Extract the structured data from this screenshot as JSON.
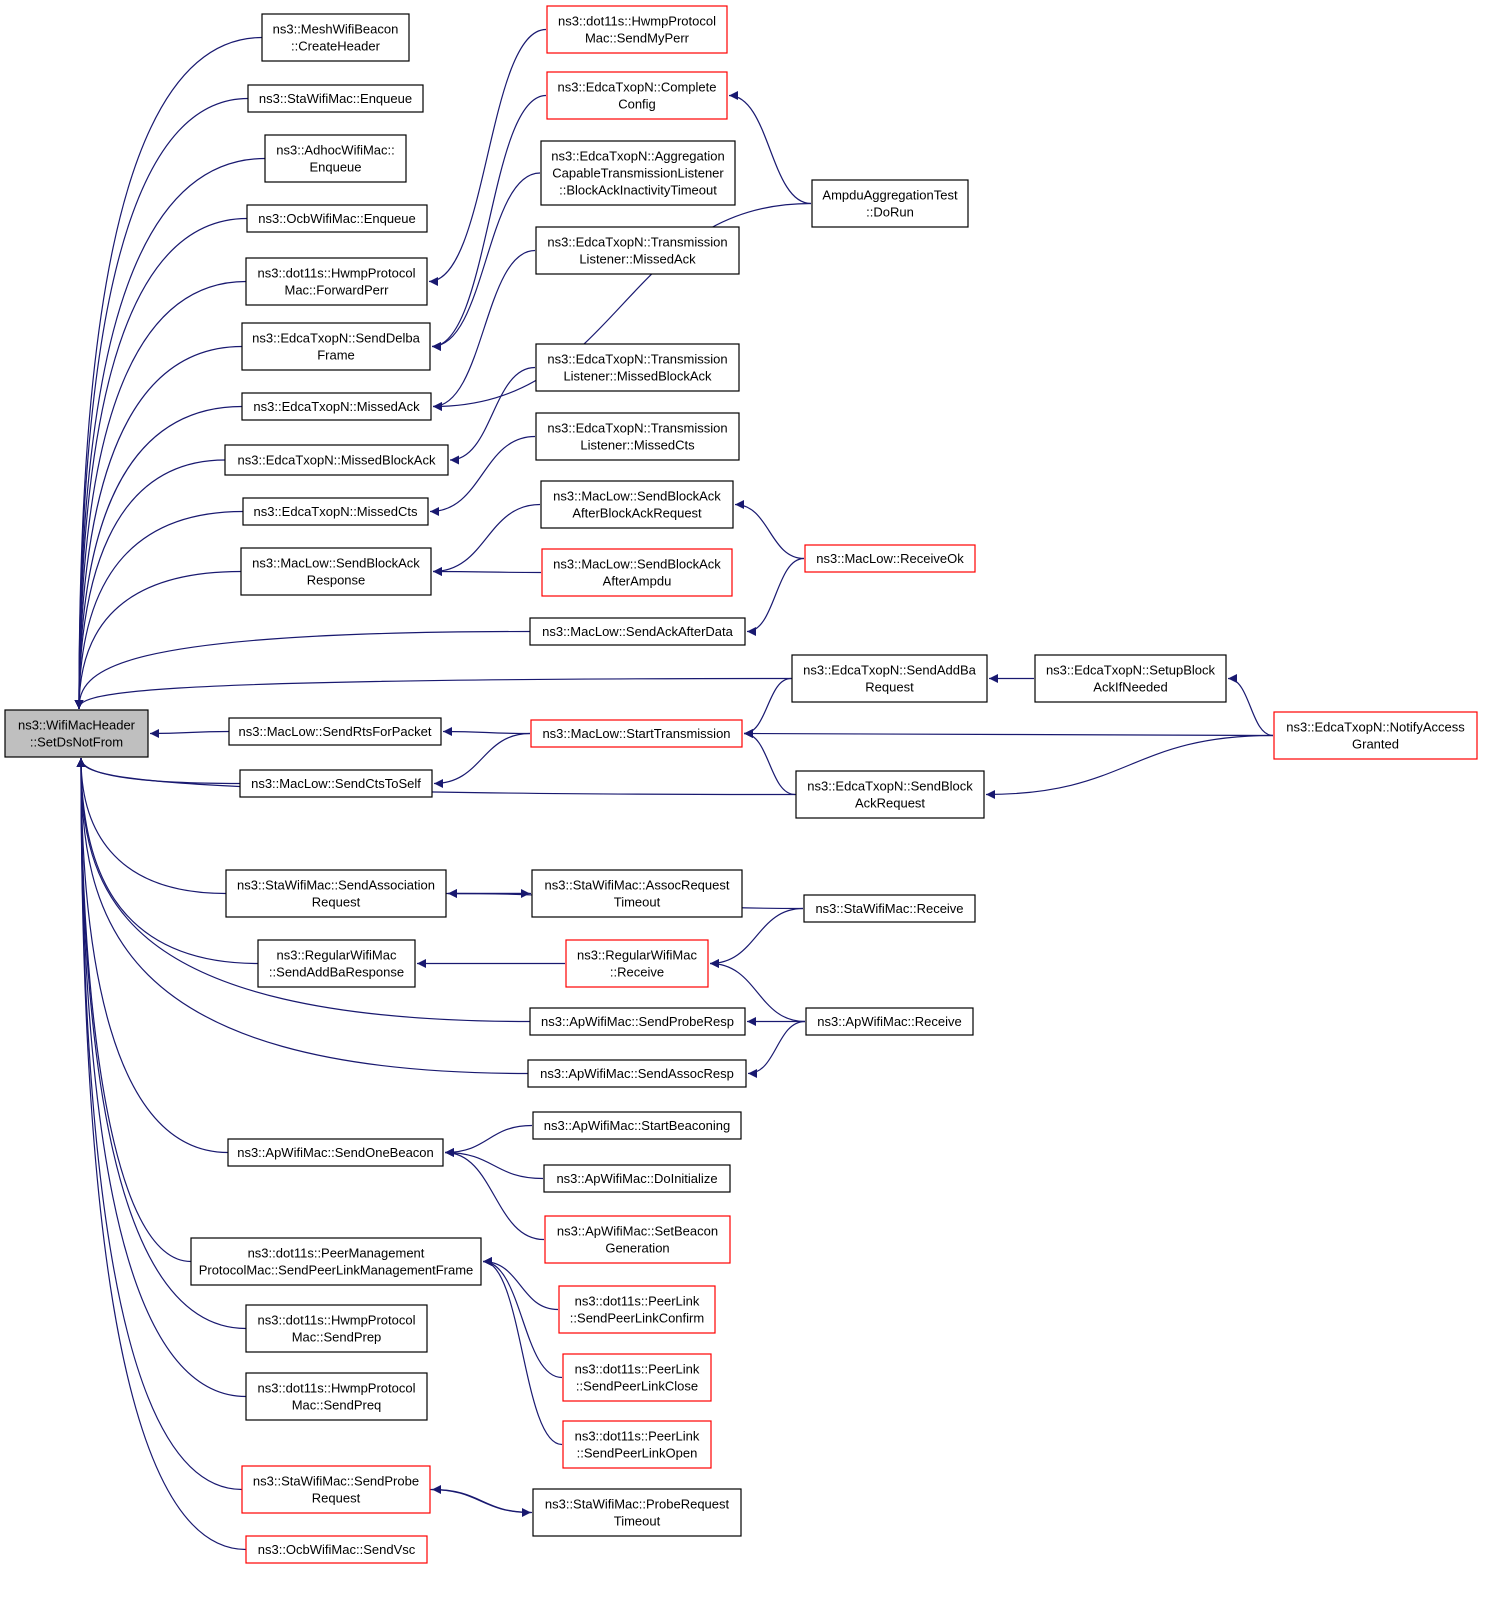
{
  "colors": {
    "edge": "#191970",
    "box_border": "#000000",
    "box_border_incomplete": "#ff0000",
    "root_fill": "#bfbfbf",
    "box_fill": "#ffffff"
  },
  "nodes": [
    {
      "id": "root",
      "lines": [
        "ns3::WifiMacHeader",
        "::SetDsNotFrom"
      ],
      "style": "root"
    },
    {
      "id": "n1",
      "lines": [
        "ns3::MeshWifiBeacon",
        "::CreateHeader"
      ],
      "style": "black"
    },
    {
      "id": "n2",
      "lines": [
        "ns3::StaWifiMac::Enqueue"
      ],
      "style": "black"
    },
    {
      "id": "n3",
      "lines": [
        "ns3::AdhocWifiMac::",
        "Enqueue"
      ],
      "style": "black"
    },
    {
      "id": "n4",
      "lines": [
        "ns3::OcbWifiMac::Enqueue"
      ],
      "style": "black"
    },
    {
      "id": "n5",
      "lines": [
        "ns3::dot11s::HwmpProtocol",
        "Mac::ForwardPerr"
      ],
      "style": "black"
    },
    {
      "id": "n6",
      "lines": [
        "ns3::EdcaTxopN::SendDelba",
        "Frame"
      ],
      "style": "black"
    },
    {
      "id": "n7",
      "lines": [
        "ns3::EdcaTxopN::MissedAck"
      ],
      "style": "black"
    },
    {
      "id": "n8",
      "lines": [
        "ns3::EdcaTxopN::MissedBlockAck"
      ],
      "style": "black"
    },
    {
      "id": "n9",
      "lines": [
        "ns3::EdcaTxopN::MissedCts"
      ],
      "style": "black"
    },
    {
      "id": "n10",
      "lines": [
        "ns3::MacLow::SendBlockAck",
        "Response"
      ],
      "style": "black"
    },
    {
      "id": "n11",
      "lines": [
        "ns3::MacLow::SendRtsForPacket"
      ],
      "style": "black"
    },
    {
      "id": "n12",
      "lines": [
        "ns3::MacLow::SendCtsToSelf"
      ],
      "style": "black"
    },
    {
      "id": "n13",
      "lines": [
        "ns3::StaWifiMac::SendAssociation",
        "Request"
      ],
      "style": "black"
    },
    {
      "id": "n14",
      "lines": [
        "ns3::RegularWifiMac",
        "::SendAddBaResponse"
      ],
      "style": "black"
    },
    {
      "id": "n15",
      "lines": [
        "ns3::ApWifiMac::SendOneBeacon"
      ],
      "style": "black"
    },
    {
      "id": "n16",
      "lines": [
        "ns3::dot11s::PeerManagement",
        "ProtocolMac::SendPeerLinkManagementFrame"
      ],
      "style": "black"
    },
    {
      "id": "n17",
      "lines": [
        "ns3::dot11s::HwmpProtocol",
        "Mac::SendPrep"
      ],
      "style": "black"
    },
    {
      "id": "n18",
      "lines": [
        "ns3::dot11s::HwmpProtocol",
        "Mac::SendPreq"
      ],
      "style": "black"
    },
    {
      "id": "n19",
      "lines": [
        "ns3::StaWifiMac::SendProbe",
        "Request"
      ],
      "style": "red"
    },
    {
      "id": "n20",
      "lines": [
        "ns3::OcbWifiMac::SendVsc"
      ],
      "style": "red"
    },
    {
      "id": "m1",
      "lines": [
        "ns3::dot11s::HwmpProtocol",
        "Mac::SendMyPerr"
      ],
      "style": "red"
    },
    {
      "id": "m2",
      "lines": [
        "ns3::EdcaTxopN::Complete",
        "Config"
      ],
      "style": "red"
    },
    {
      "id": "m3",
      "lines": [
        "ns3::EdcaTxopN::Aggregation",
        "CapableTransmissionListener",
        "::BlockAckInactivityTimeout"
      ],
      "style": "black"
    },
    {
      "id": "m4",
      "lines": [
        "ns3::EdcaTxopN::Transmission",
        "Listener::MissedAck"
      ],
      "style": "black"
    },
    {
      "id": "m5",
      "lines": [
        "ns3::EdcaTxopN::Transmission",
        "Listener::MissedBlockAck"
      ],
      "style": "black"
    },
    {
      "id": "m6",
      "lines": [
        "ns3::EdcaTxopN::Transmission",
        "Listener::MissedCts"
      ],
      "style": "black"
    },
    {
      "id": "m7",
      "lines": [
        "ns3::MacLow::SendBlockAck",
        "AfterBlockAckRequest"
      ],
      "style": "black"
    },
    {
      "id": "m8",
      "lines": [
        "ns3::MacLow::SendBlockAck",
        "AfterAmpdu"
      ],
      "style": "red"
    },
    {
      "id": "m9",
      "lines": [
        "ns3::MacLow::SendAckAfterData"
      ],
      "style": "black"
    },
    {
      "id": "m10",
      "lines": [
        "ns3::MacLow::StartTransmission"
      ],
      "style": "red"
    },
    {
      "id": "m11",
      "lines": [
        "ns3::StaWifiMac::AssocRequest",
        "Timeout"
      ],
      "style": "black"
    },
    {
      "id": "m12",
      "lines": [
        "ns3::RegularWifiMac",
        "::Receive"
      ],
      "style": "red"
    },
    {
      "id": "m13",
      "lines": [
        "ns3::ApWifiMac::SendProbeResp"
      ],
      "style": "black"
    },
    {
      "id": "m14",
      "lines": [
        "ns3::ApWifiMac::SendAssocResp"
      ],
      "style": "black"
    },
    {
      "id": "m15",
      "lines": [
        "ns3::ApWifiMac::StartBeaconing"
      ],
      "style": "black"
    },
    {
      "id": "m16",
      "lines": [
        "ns3::ApWifiMac::DoInitialize"
      ],
      "style": "black"
    },
    {
      "id": "m17",
      "lines": [
        "ns3::ApWifiMac::SetBeacon",
        "Generation"
      ],
      "style": "red"
    },
    {
      "id": "m18",
      "lines": [
        "ns3::dot11s::PeerLink",
        "::SendPeerLinkConfirm"
      ],
      "style": "red"
    },
    {
      "id": "m19",
      "lines": [
        "ns3::dot11s::PeerLink",
        "::SendPeerLinkClose"
      ],
      "style": "red"
    },
    {
      "id": "m20",
      "lines": [
        "ns3::dot11s::PeerLink",
        "::SendPeerLinkOpen"
      ],
      "style": "red"
    },
    {
      "id": "m21",
      "lines": [
        "ns3::StaWifiMac::ProbeRequest",
        "Timeout"
      ],
      "style": "black"
    },
    {
      "id": "r1",
      "lines": [
        "AmpduAggregationTest",
        "::DoRun"
      ],
      "style": "black"
    },
    {
      "id": "r2",
      "lines": [
        "ns3::MacLow::ReceiveOk"
      ],
      "style": "red"
    },
    {
      "id": "r3",
      "lines": [
        "ns3::EdcaTxopN::SendAddBa",
        "Request"
      ],
      "style": "black"
    },
    {
      "id": "r4",
      "lines": [
        "ns3::EdcaTxopN::SendBlock",
        "AckRequest"
      ],
      "style": "black"
    },
    {
      "id": "r5",
      "lines": [
        "ns3::StaWifiMac::Receive"
      ],
      "style": "black"
    },
    {
      "id": "r6",
      "lines": [
        "ns3::ApWifiMac::Receive"
      ],
      "style": "black"
    },
    {
      "id": "s1",
      "lines": [
        "ns3::EdcaTxopN::SetupBlock",
        "AckIfNeeded"
      ],
      "style": "black"
    },
    {
      "id": "s2",
      "lines": [
        "ns3::EdcaTxopN::NotifyAccess",
        "Granted"
      ],
      "style": "red"
    }
  ],
  "edges": [
    {
      "from": "n1",
      "to": "root"
    },
    {
      "from": "n2",
      "to": "root"
    },
    {
      "from": "n3",
      "to": "root"
    },
    {
      "from": "n4",
      "to": "root"
    },
    {
      "from": "n5",
      "to": "root"
    },
    {
      "from": "n6",
      "to": "root"
    },
    {
      "from": "n7",
      "to": "root"
    },
    {
      "from": "n8",
      "to": "root"
    },
    {
      "from": "n9",
      "to": "root"
    },
    {
      "from": "n10",
      "to": "root"
    },
    {
      "from": "m9",
      "to": "root"
    },
    {
      "from": "r3",
      "to": "root"
    },
    {
      "from": "n11",
      "to": "root"
    },
    {
      "from": "n12",
      "to": "root"
    },
    {
      "from": "r4",
      "to": "root"
    },
    {
      "from": "n13",
      "to": "root"
    },
    {
      "from": "n14",
      "to": "root"
    },
    {
      "from": "m13",
      "to": "root"
    },
    {
      "from": "m14",
      "to": "root"
    },
    {
      "from": "n15",
      "to": "root"
    },
    {
      "from": "n16",
      "to": "root"
    },
    {
      "from": "n17",
      "to": "root"
    },
    {
      "from": "n18",
      "to": "root"
    },
    {
      "from": "n19",
      "to": "root"
    },
    {
      "from": "n20",
      "to": "root"
    },
    {
      "from": "m1",
      "to": "n5"
    },
    {
      "from": "m2",
      "to": "n6"
    },
    {
      "from": "m3",
      "to": "n6"
    },
    {
      "from": "r1",
      "to": "n7"
    },
    {
      "from": "m4",
      "to": "n7"
    },
    {
      "from": "m5",
      "to": "n8"
    },
    {
      "from": "m6",
      "to": "n9"
    },
    {
      "from": "m7",
      "to": "n10"
    },
    {
      "from": "m8",
      "to": "n10"
    },
    {
      "from": "m10",
      "to": "n11"
    },
    {
      "from": "m10",
      "to": "n12"
    },
    {
      "from": "m11",
      "to": "n13"
    },
    {
      "from": "n13",
      "to": "m11"
    },
    {
      "from": "r5",
      "to": "n13"
    },
    {
      "from": "m12",
      "to": "n14"
    },
    {
      "from": "m15",
      "to": "n15"
    },
    {
      "from": "m16",
      "to": "n15"
    },
    {
      "from": "m17",
      "to": "n15"
    },
    {
      "from": "m18",
      "to": "n16"
    },
    {
      "from": "m19",
      "to": "n16"
    },
    {
      "from": "m20",
      "to": "n16"
    },
    {
      "from": "m21",
      "to": "n19"
    },
    {
      "from": "n19",
      "to": "m21"
    },
    {
      "from": "r1",
      "to": "m2"
    },
    {
      "from": "r2",
      "to": "m7"
    },
    {
      "from": "r2",
      "to": "m9"
    },
    {
      "from": "r3",
      "to": "m10"
    },
    {
      "from": "s2",
      "to": "m10"
    },
    {
      "from": "r4",
      "to": "m10"
    },
    {
      "from": "r5",
      "to": "m12"
    },
    {
      "from": "r6",
      "to": "m12"
    },
    {
      "from": "r6",
      "to": "m13"
    },
    {
      "from": "r6",
      "to": "m14"
    },
    {
      "from": "s1",
      "to": "r3"
    },
    {
      "from": "s2",
      "to": "r4"
    },
    {
      "from": "s2",
      "to": "s1"
    }
  ]
}
